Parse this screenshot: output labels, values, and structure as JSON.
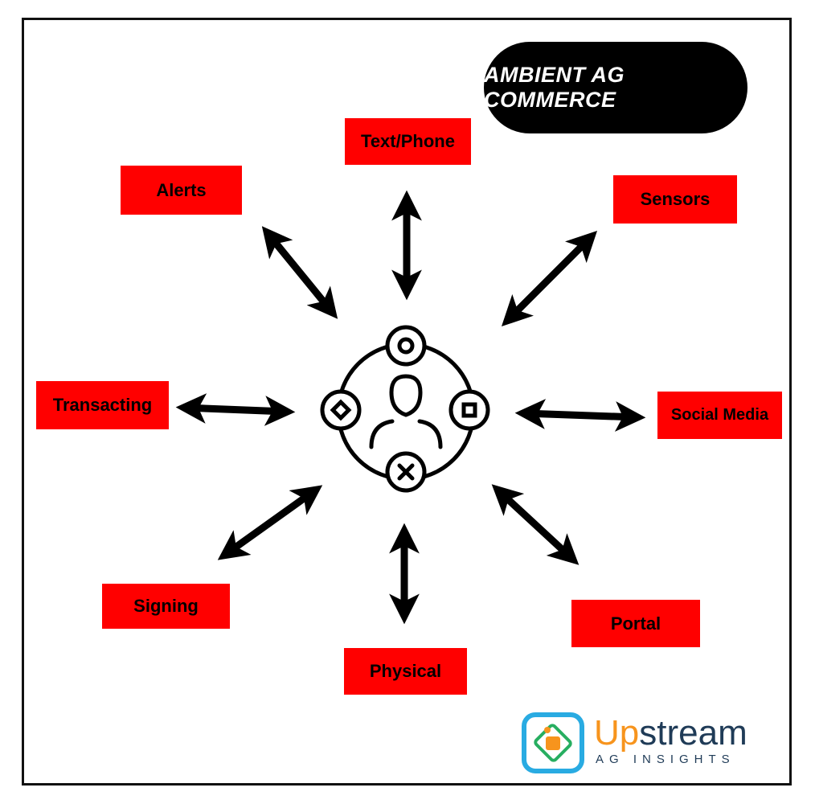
{
  "title": "AMBIENT AG COMMERCE",
  "center_icon": "user-hub-icon",
  "nodes": {
    "text_phone": "Text/Phone",
    "alerts": "Alerts",
    "sensors": "Sensors",
    "transacting": "Transacting",
    "social_media": "Social Media",
    "signing": "Signing",
    "physical": "Physical",
    "portal": "Portal"
  },
  "logo": {
    "word_up": "Up",
    "word_stream": "stream",
    "subtitle": "AG INSIGHTS"
  },
  "colors": {
    "node_fill": "#ff0000",
    "title_pill": "#000000",
    "logo_orange": "#f7941d",
    "logo_blue": "#1f3b57",
    "logo_cyan": "#29abe2"
  }
}
